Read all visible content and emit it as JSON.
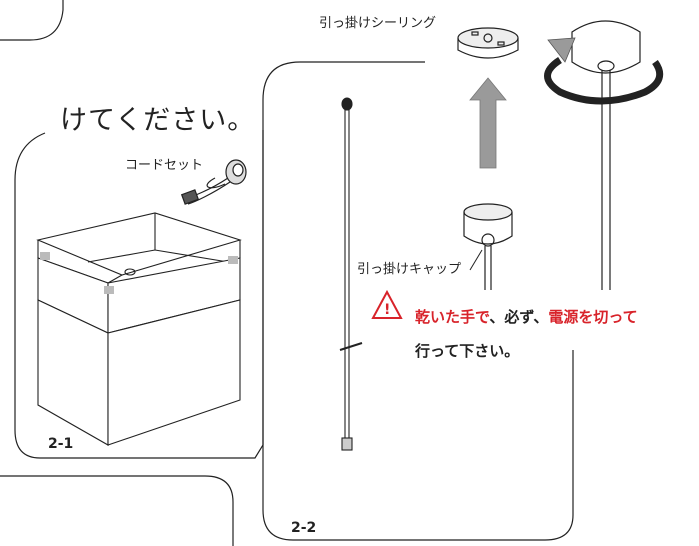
{
  "heading": "けてください。",
  "labels": {
    "cord_set": "コードセット",
    "ceiling_hook": "引っ掛けシーリング",
    "hook_cap": "引っ掛けキャップ"
  },
  "figures": {
    "fig_2_1": "2-1",
    "fig_2_2": "2-2"
  },
  "warning": {
    "line1_part1": "乾いた手で",
    "line1_part2": "、必ず、",
    "line1_part3": "電源を切って",
    "line2": "行って下さい。"
  },
  "colors": {
    "accent_red": "#d8232a",
    "arrow_gray": "#9a9a9a",
    "line": "#222222"
  }
}
